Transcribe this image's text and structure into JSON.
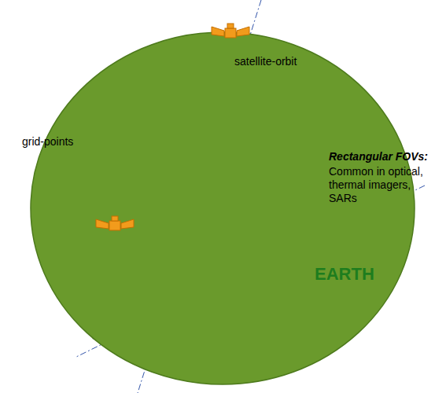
{
  "diagram": {
    "nodes": [
      {
        "text": [
          "EARTH"
        ]
      }
    ],
    "labels": [
      "grid-points",
      "satellite-orbit",
      "Rectangular FOVs:",
      "Common in optical, thermal imagers, SARs"
    ]
  }
}
